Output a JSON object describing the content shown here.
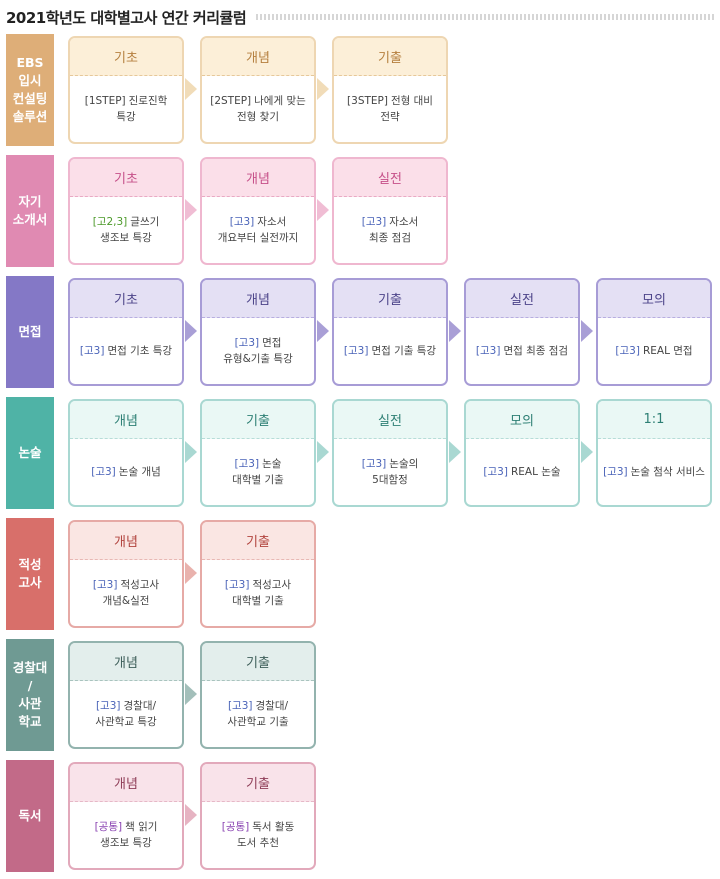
{
  "title": "2021학년도 대학별고사 연간 커리큘럼",
  "tag_colors": {
    "default": "#4a63b8",
    "green": "#4c9a2a",
    "purple": "#8a44b2"
  },
  "sections": [
    {
      "theme": "t-ebs",
      "label": "EBS\n입시\n컨설팅\n솔루션",
      "cards": [
        {
          "head": "기초",
          "tag": "[1STEP]",
          "tag_color": "plain",
          "text": "진로진학\n특강"
        },
        {
          "head": "개념",
          "tag": "[2STEP]",
          "tag_color": "plain",
          "text": "나에게 맞는\n전형 찾기"
        },
        {
          "head": "기출",
          "tag": "[3STEP]",
          "tag_color": "plain",
          "text": "전형 대비\n전략"
        }
      ]
    },
    {
      "theme": "t-self",
      "label": "자기\n소개서",
      "cards": [
        {
          "head": "기초",
          "tag": "[고2,3]",
          "tag_color": "green",
          "text": "글쓰기\n생조보 특강"
        },
        {
          "head": "개념",
          "tag": "[고3]",
          "tag_color": "default",
          "text": "자소서\n개요부터 실전까지"
        },
        {
          "head": "실전",
          "tag": "[고3]",
          "tag_color": "default",
          "text": "자소서\n최종 점검"
        }
      ]
    },
    {
      "theme": "t-iv",
      "label": "면접",
      "cards": [
        {
          "head": "기초",
          "tag": "[고3]",
          "tag_color": "default",
          "text": "면접 기초 특강"
        },
        {
          "head": "개념",
          "tag": "[고3]",
          "tag_color": "default",
          "text": "면접\n유형&기출 특강"
        },
        {
          "head": "기출",
          "tag": "[고3]",
          "tag_color": "default",
          "text": "면접 기출 특강"
        },
        {
          "head": "실전",
          "tag": "[고3]",
          "tag_color": "default",
          "text": "면접 최종 점검"
        },
        {
          "head": "모의",
          "tag": "[고3]",
          "tag_color": "default",
          "text": "REAL 면접"
        }
      ]
    },
    {
      "theme": "t-essay",
      "label": "논술",
      "cards": [
        {
          "head": "개념",
          "tag": "[고3]",
          "tag_color": "default",
          "text": "논술 개념"
        },
        {
          "head": "기출",
          "tag": "[고3]",
          "tag_color": "default",
          "text": "논술\n대학별 기출"
        },
        {
          "head": "실전",
          "tag": "[고3]",
          "tag_color": "default",
          "text": "논술의\n5대함정"
        },
        {
          "head": "모의",
          "tag": "[고3]",
          "tag_color": "default",
          "text": "REAL 논술"
        },
        {
          "head": "1:1",
          "tag": "[고3]",
          "tag_color": "default",
          "text": "논술 첨삭 서비스"
        }
      ]
    },
    {
      "theme": "t-apt",
      "label": "적성\n고사",
      "cards": [
        {
          "head": "개념",
          "tag": "[고3]",
          "tag_color": "default",
          "text": "적성고사\n개념&실전"
        },
        {
          "head": "기출",
          "tag": "[고3]",
          "tag_color": "default",
          "text": "적성고사\n대학별 기출"
        }
      ]
    },
    {
      "theme": "t-pol",
      "label": "경찰대\n/\n사관\n학교",
      "cards": [
        {
          "head": "개념",
          "tag": "[고3]",
          "tag_color": "default",
          "text": "경찰대/\n사관학교 특강"
        },
        {
          "head": "기출",
          "tag": "[고3]",
          "tag_color": "default",
          "text": "경찰대/\n사관학교 기출"
        }
      ]
    },
    {
      "theme": "t-read",
      "label": "독서",
      "cards": [
        {
          "head": "개념",
          "tag": "[공통]",
          "tag_color": "purple",
          "text": "책 읽기\n생조보 특강"
        },
        {
          "head": "기출",
          "tag": "[공통]",
          "tag_color": "purple",
          "text": "독서 활동\n도서 추천"
        }
      ]
    }
  ]
}
